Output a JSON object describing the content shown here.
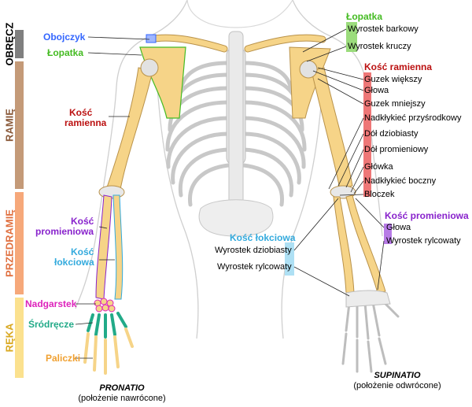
{
  "colors": {
    "obrecz": "#7f7f7f",
    "ramie": "#c49a78",
    "przedramie": "#f6a87a",
    "reka": "#fbe18e",
    "obojczyk": "#3366ff",
    "lopatka": "#44bb22",
    "kosc_ramienna": "#bb1111",
    "kosc_promieniowa": "#8822cc",
    "kosc_lokciowa": "#33aadd",
    "nadgarstek": "#dd22bb",
    "srodrecze": "#22aa88",
    "paliczki": "#f0a030",
    "bone": "#f6d488",
    "bone_edge": "#b9924a"
  },
  "regions": {
    "obrecz": "OBRĘCZ",
    "ramie": "RAMIĘ",
    "przedramie": "PRZEDRAMIĘ",
    "reka": "RĘKA"
  },
  "left_labels": {
    "obojczyk": "Obojczyk",
    "lopatka": "Łopatka",
    "kosc_ramienna_1": "Kość",
    "kosc_ramienna_2": "ramienna",
    "kosc_promieniowa_1": "Kość",
    "kosc_promieniowa_2": "promieniowa",
    "kosc_lokciowa_1": "Kość",
    "kosc_lokciowa_2": "łokciowa",
    "nadgarstek": "Nadgarstek",
    "srodrecze": "Śródręcze",
    "paliczki": "Paliczki"
  },
  "right_labels": {
    "lopatka_title": "Łopatka",
    "lopatka_items": [
      "Wyrostek barkowy",
      "Wyrostek kruczy"
    ],
    "ramienna_title": "Kość ramienna",
    "ramienna_items": [
      "Guzek większy",
      "Głowa",
      "Guzek mniejszy",
      "Nadkłykieć przyśrodkowy",
      "Dół dziobiasty",
      "Dół promieniowy",
      "Główka",
      "Nadkłykieć boczny",
      "Bloczek"
    ],
    "promieniowa_title": "Kość promieniowa",
    "promieniowa_items": [
      "Głowa",
      "Wyrostek rylcowaty"
    ],
    "lokciowa_title": "Kość łokciowa",
    "lokciowa_items": [
      "Wyrostek dziobiasty",
      "Wyrostek rylcowaty"
    ]
  },
  "captions": {
    "pronatio": "PRONATIO",
    "pronatio_sub": "(położenie nawrócone)",
    "supinatio": "SUPINATIO",
    "supinatio_sub": "(położenie odwrócone)"
  }
}
